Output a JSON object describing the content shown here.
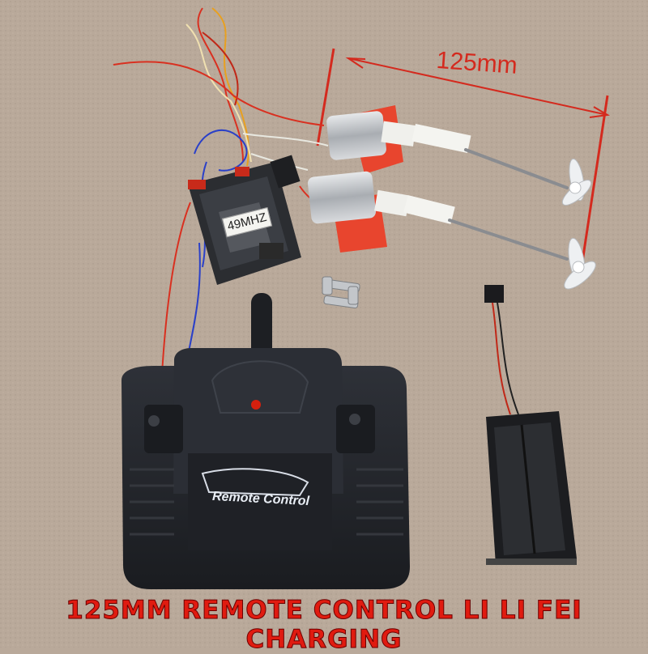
{
  "caption": "125MM REMOTE CONTROL LI LI FEI CHARGING",
  "dimension_label": "125mm",
  "receiver_label": "49MHZ",
  "transmitter_label": "Remote Control",
  "colors": {
    "background": "#b9a99a",
    "caption_red": "#e01b10",
    "plastic_black": "#22252b",
    "motor_mount": "#e8452e",
    "motor_silver": "#c9ccd0"
  }
}
